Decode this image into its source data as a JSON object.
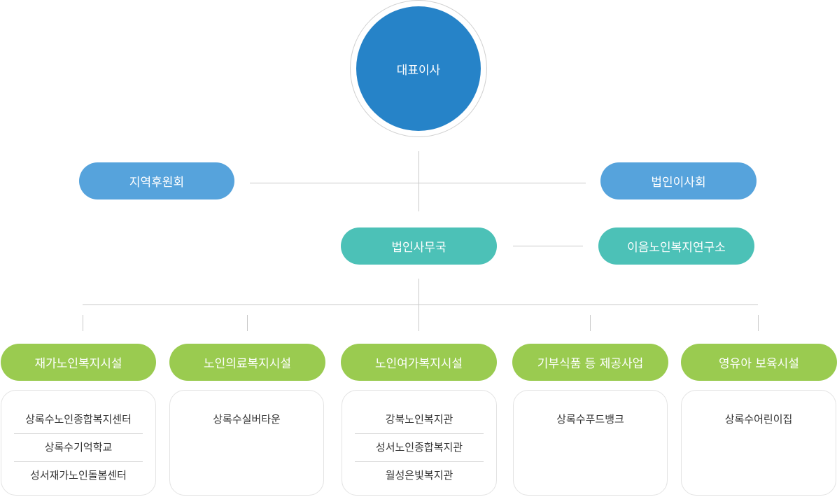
{
  "colors": {
    "ceo": "#2683c8",
    "board": "#56a3dc",
    "office": "#4cc1b7",
    "division": "#9acb50",
    "connector": "#c9c9c9"
  },
  "ceo": {
    "label": "대표이사"
  },
  "support": {
    "left_label": "지역후원회",
    "right_label": "법인이사회"
  },
  "office": {
    "label": "법인사무국",
    "lab_label": "이음노인복지연구소"
  },
  "divisions": [
    {
      "label": "재가노인복지시설",
      "items": [
        "상록수노인종합복지센터",
        "상록수기억학교",
        "성서재가노인돌봄센터"
      ]
    },
    {
      "label": "노인의료복지시설",
      "items": [
        "상록수실버타운"
      ]
    },
    {
      "label": "노인여가복지시설",
      "items": [
        "강북노인복지관",
        "성서노인종합복지관",
        "월성은빛복지관"
      ]
    },
    {
      "label": "기부식품 등 제공사업",
      "items": [
        "상록수푸드뱅크"
      ]
    },
    {
      "label": "영유아 보육시설",
      "items": [
        "상록수어린이집"
      ]
    }
  ]
}
